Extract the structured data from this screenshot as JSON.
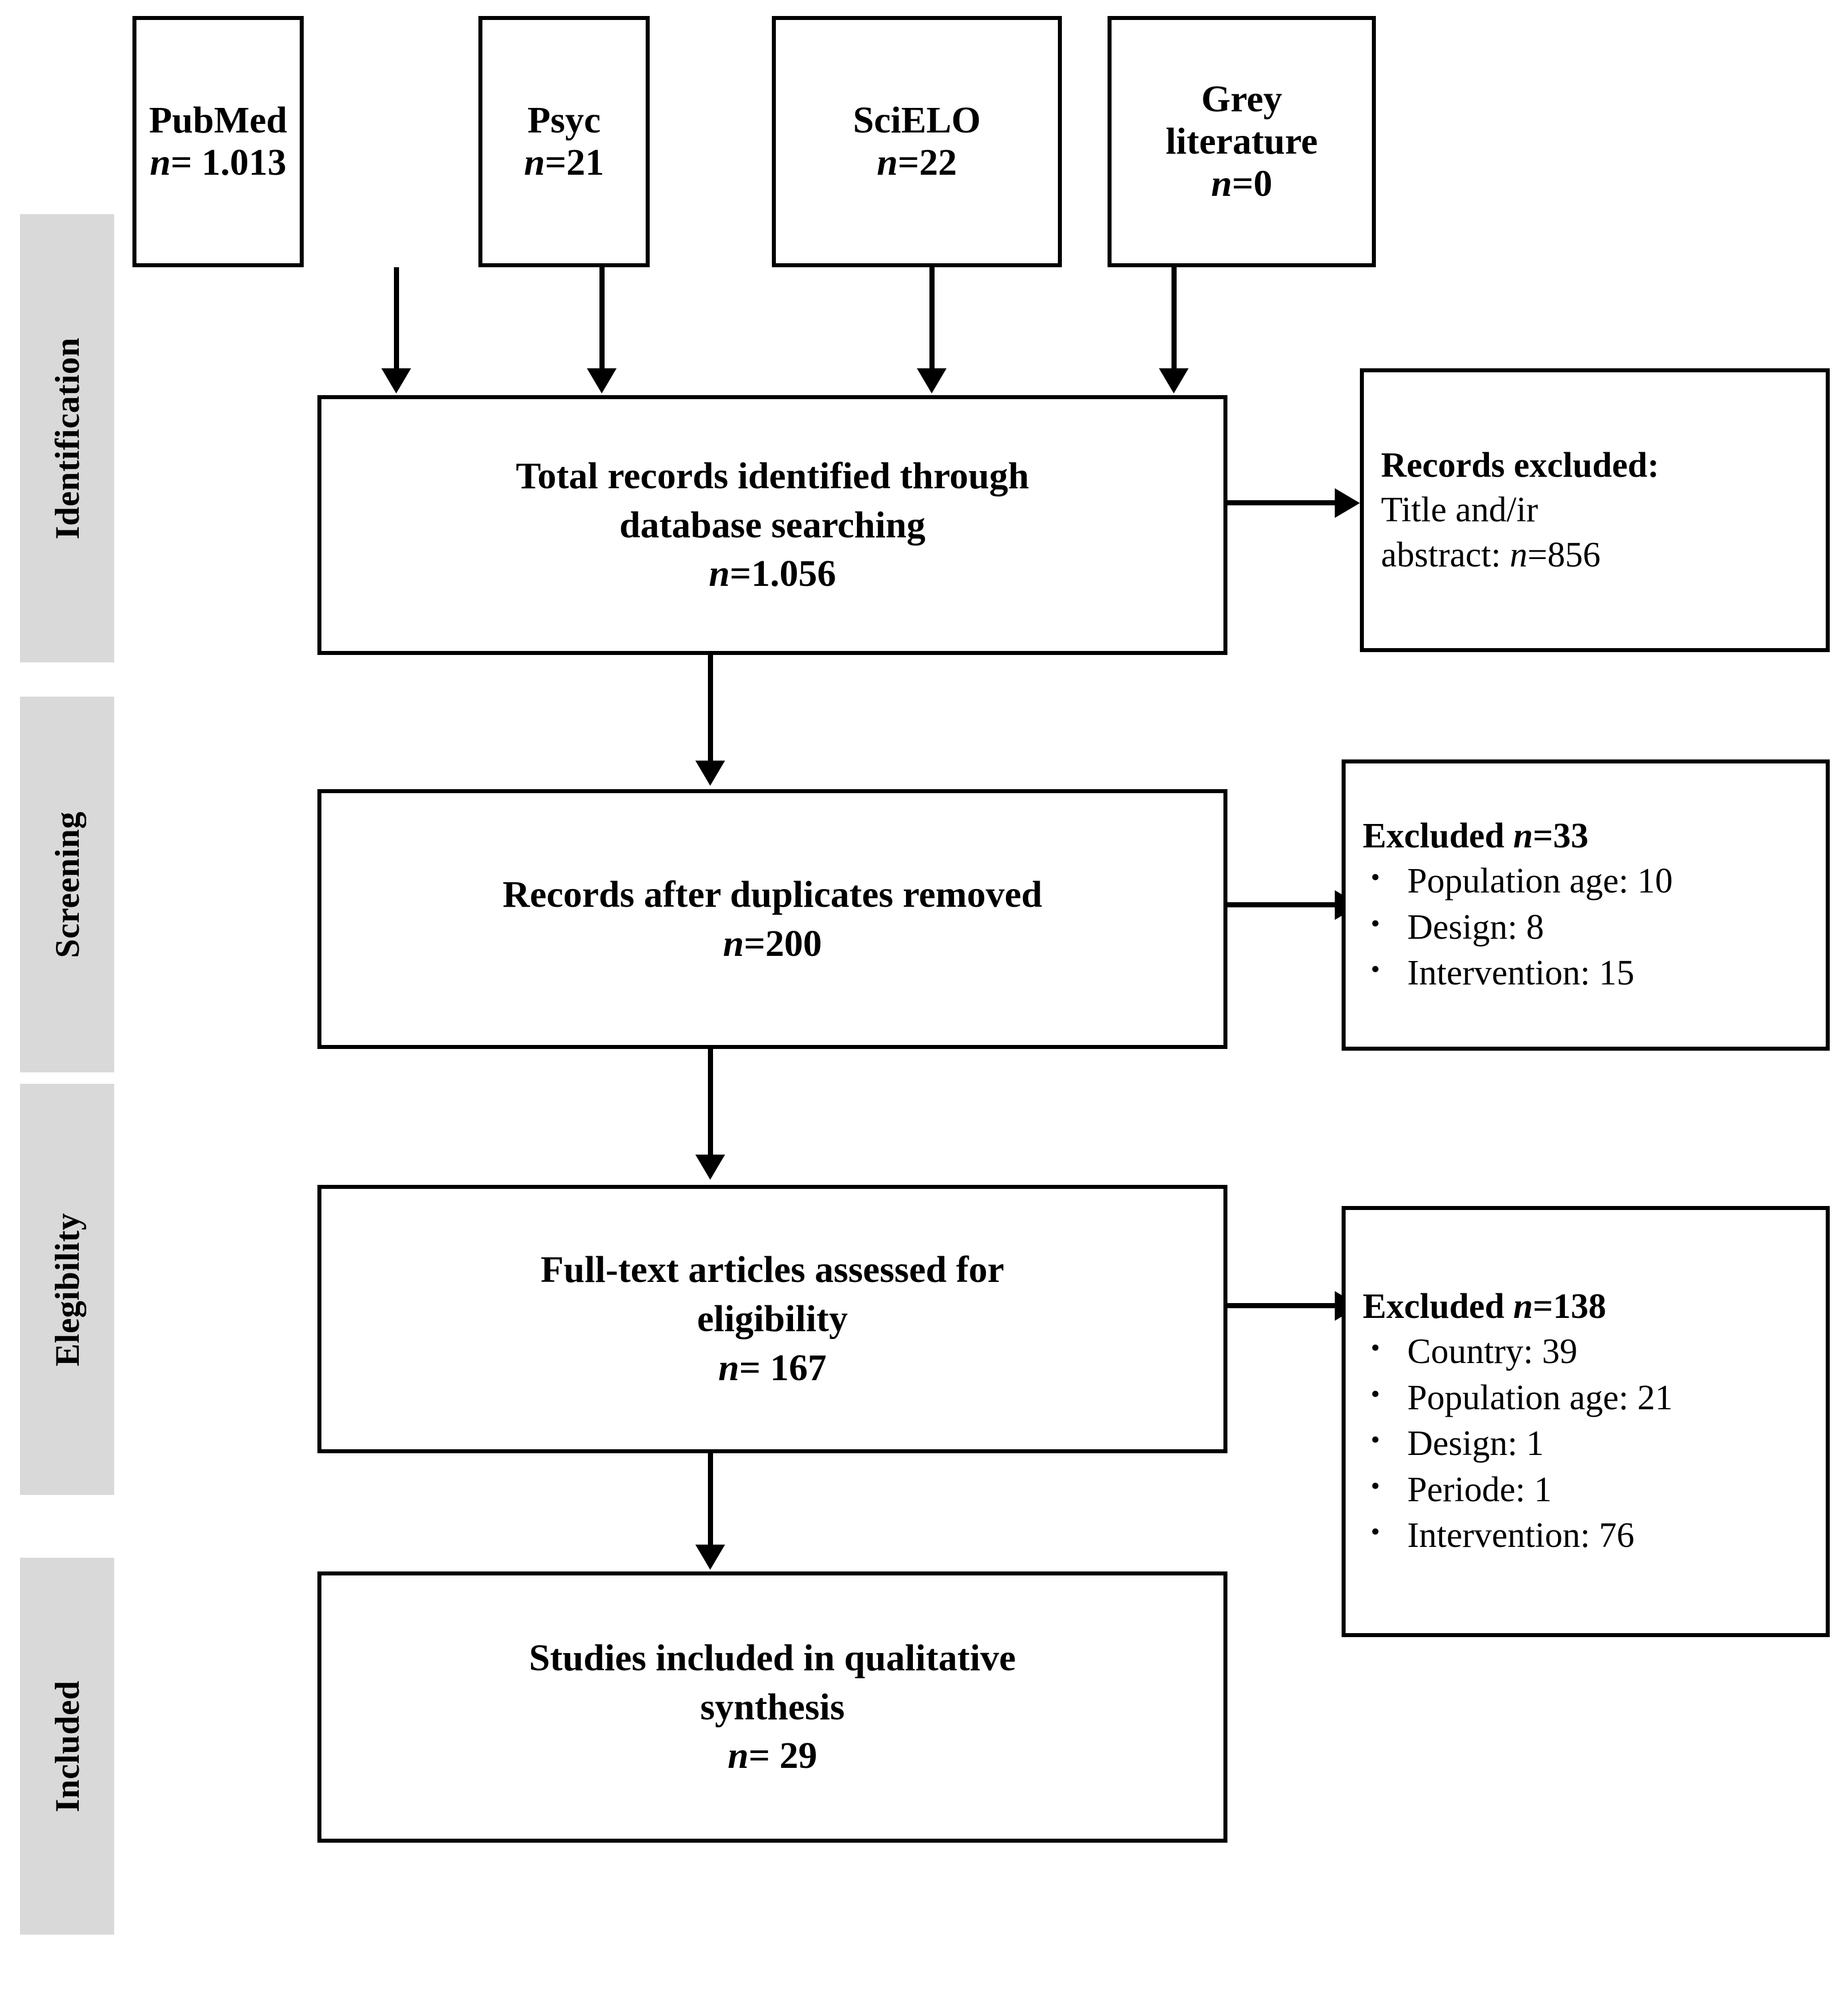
{
  "phases": [
    {
      "id": "identification",
      "label": "Identification"
    },
    {
      "id": "screening",
      "label": "Screening"
    },
    {
      "id": "eligibility",
      "label": "Elegibility"
    },
    {
      "id": "included",
      "label": "Included"
    }
  ],
  "sources": [
    {
      "id": "pubmed",
      "name": "PubMed",
      "count": "n= 1.013"
    },
    {
      "id": "psyc",
      "name": "Psyc",
      "count": "n=21"
    },
    {
      "id": "scielo",
      "name": "SciELO",
      "count": "n=22"
    },
    {
      "id": "grey-literature",
      "name_line1": "Grey",
      "name_line2": "literature",
      "count": "n=0"
    }
  ],
  "flow": {
    "identified": {
      "line1": "Total records identified  through",
      "line2": "database searching",
      "count": "n=1.056"
    },
    "deduplicated": {
      "line1": "Records after duplicates  removed",
      "count": "n=200"
    },
    "fulltext": {
      "line1": "Full-text articles assessed for",
      "line2": "eligibility",
      "count": "n= 167"
    },
    "included": {
      "line1": "Studies included in qualitative",
      "line2": "synthesis",
      "count": "n= 29"
    }
  },
  "exclusions": [
    {
      "id": "records-excluded",
      "title": "Records excluded:",
      "lines": [
        "Title and/ir",
        "abstract: n=856"
      ],
      "bullets": []
    },
    {
      "id": "excluded-screening",
      "title": "Excluded  n=33",
      "lines": [],
      "bullets": [
        "Population age: 10",
        "Design: 8",
        "Intervention:  15"
      ]
    },
    {
      "id": "excluded-eligibility",
      "title": "Excluded n=138",
      "lines": [],
      "bullets": [
        "Country: 39",
        "Population age: 21",
        "Design:  1",
        "Periode: 1",
        "Intervention:  76"
      ]
    }
  ],
  "colors": {
    "phase_band": "#d9d9d9",
    "stroke": "#000000",
    "background": "#ffffff"
  }
}
